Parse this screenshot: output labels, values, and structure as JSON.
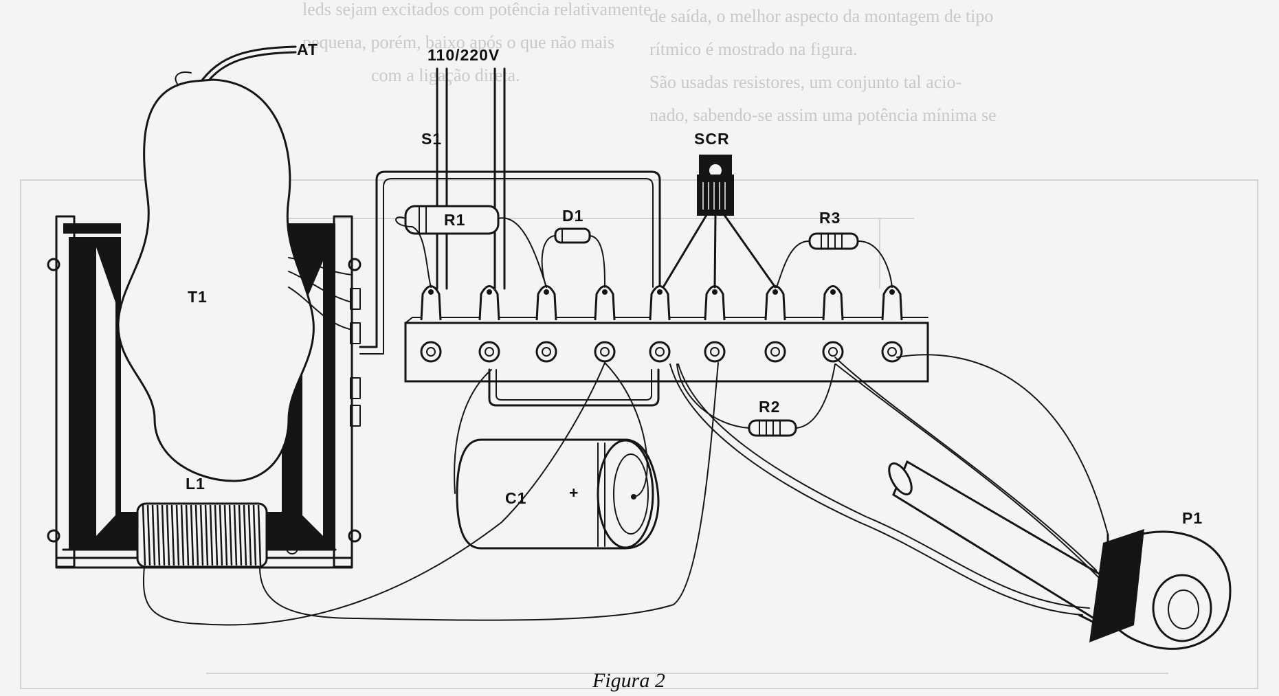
{
  "figure": {
    "caption": "Figura 2",
    "labels": {
      "at": "AT",
      "mains": "110/220V",
      "s1": "S1",
      "scr": "SCR",
      "r1": "R1",
      "d1": "D1",
      "r3": "R3",
      "t1": "T1",
      "l1": "L1",
      "c1": "C1",
      "c1_polarity": "+",
      "r2": "R2",
      "p1": "P1"
    }
  },
  "background_text": {
    "col1": [
      "leds sejam excitados com potência relativamente",
      "pequena, porém, baixo após o que não mais",
      "com a ligação direta."
    ],
    "col2": [
      "de saída, o melhor aspecto da montagem de tipo",
      "rítmico é mostrado na figura.",
      "São usadas resistores, um conjunto tal acio-",
      "nado, sabendo-se assim uma potência mínima se"
    ]
  },
  "colors": {
    "ink": "#151515",
    "paper": "#f5f4f2",
    "ghost": "#c9c9c9"
  }
}
